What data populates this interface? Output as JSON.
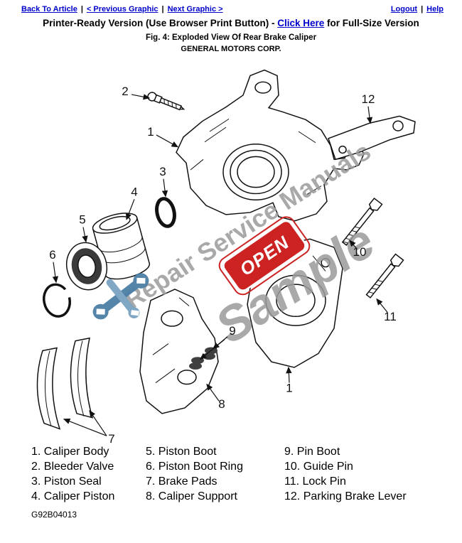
{
  "nav": {
    "back_to_article": "Back To Article",
    "previous_graphic": "< Previous Graphic",
    "next_graphic": "Next Graphic >",
    "logout": "Logout",
    "help": "Help",
    "separator": "|"
  },
  "header": {
    "printer_prefix": "Printer-Ready Version (Use Browser Print Button) - ",
    "click_here": "Click Here",
    "printer_suffix": " for Full-Size Version",
    "fig_title": "Fig. 4: Exploded View Of Rear Brake Caliper",
    "company": "GENERAL MOTORS CORP."
  },
  "diagram": {
    "callouts": [
      "1",
      "2",
      "3",
      "4",
      "5",
      "6",
      "7",
      "8",
      "9",
      "10",
      "11",
      "12"
    ],
    "watermark_text": "Repair Service Manuals",
    "watermark_sample": "Sample",
    "stamp_text": "OPEN",
    "colors": {
      "watermark_gray": "#9b9b9b",
      "stamp_red": "#cc2222",
      "wrench_blue": "#4d7fa6",
      "link_blue": "#0000cc"
    }
  },
  "legend": {
    "col1": [
      "1. Caliper Body",
      "2. Bleeder Valve",
      "3. Piston Seal",
      "4. Caliper Piston"
    ],
    "col2": [
      "5. Piston Boot",
      "6. Piston Boot Ring",
      "7. Brake Pads",
      "8. Caliper Support"
    ],
    "col3": [
      "9. Pin Boot",
      "10. Guide Pin",
      "11. Lock Pin",
      "12. Parking Brake Lever"
    ]
  },
  "footer": {
    "code": "G92B04013"
  }
}
